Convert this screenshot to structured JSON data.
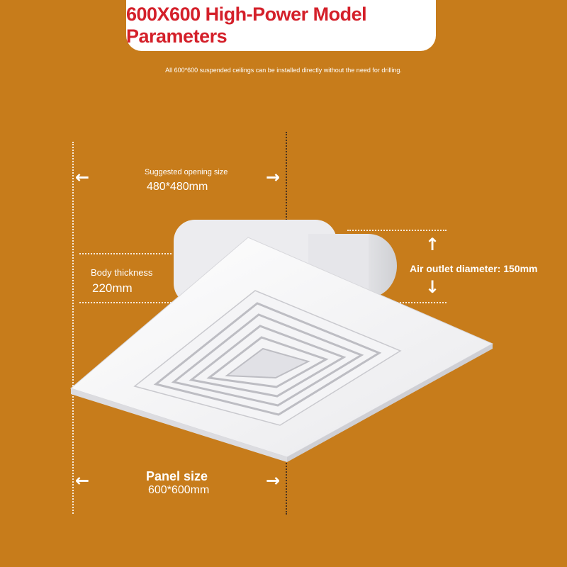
{
  "title": "600X600 High-Power Model Parameters",
  "subtitle": "All 600*600 suspended ceilings can be installed directly without the need for drilling.",
  "opening": {
    "label": "Suggested opening size",
    "value": "480*480mm"
  },
  "thickness": {
    "label": "Body thickness",
    "value": "220mm"
  },
  "outlet": {
    "label": "Air outlet diameter: 150mm"
  },
  "panel": {
    "label": "Panel size",
    "value": "600*600mm"
  },
  "colors": {
    "background": "#c77c1b",
    "title_text": "#d4202a",
    "title_bg": "#ffffff"
  },
  "icons": [
    "arrow-left-icon",
    "arrow-right-icon",
    "arrow-up-icon",
    "arrow-down-icon"
  ]
}
